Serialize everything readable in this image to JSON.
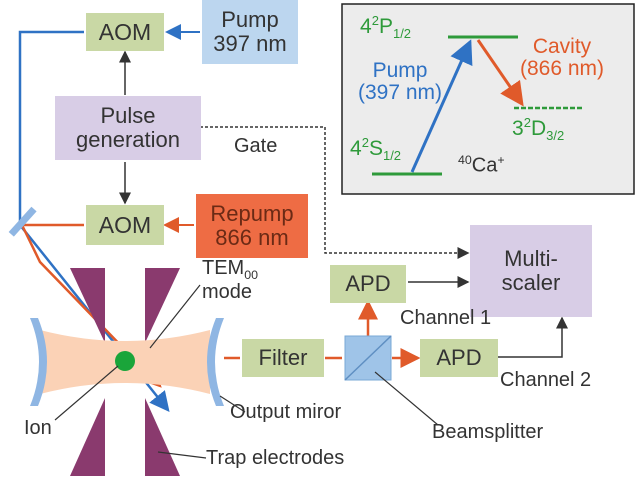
{
  "boxes": {
    "aom_top": "AOM",
    "pump": "Pump\n397 nm",
    "pulse_generation": "Pulse\ngeneration",
    "aom_bottom": "AOM",
    "repump": "Repump\n866 nm",
    "multiscaler": "Multi-\nscaler",
    "apd_top": "APD",
    "apd_right": "APD",
    "filter": "Filter"
  },
  "labels": {
    "gate": "Gate",
    "tem_base": "TEM",
    "tem_sub": "00",
    "tem_mode": "mode",
    "channel1": "Channel 1",
    "channel2": "Channel 2",
    "ion": "Ion",
    "output_mirror": "Output miror",
    "beamsplitter": "Beamsplitter",
    "trap_electrodes": "Trap electrodes"
  },
  "level_diagram": {
    "p_level_main": "4",
    "p_level_sup": "2",
    "p_level_letter": "P",
    "p_level_sub": "1/2",
    "s_level_main": "4",
    "s_level_sup": "2",
    "s_level_letter": "S",
    "s_level_sub": "1/2",
    "d_level_main": "3",
    "d_level_sup": "2",
    "d_level_letter": "D",
    "d_level_sub": "3/2",
    "pump_label": "Pump\n(397 nm)",
    "cavity_label": "Cavity\n(866 nm)",
    "ion_sup": "40",
    "ion_name": "Ca",
    "ion_charge": "+"
  },
  "colors": {
    "green_box": "#c9d8a5",
    "purple_box": "#d8cde6",
    "blue_box": "#bcd6ef",
    "red_box": "#ee6c44",
    "pump_beam": "#2f72c4",
    "repump_beam": "#e05a2a",
    "level_line": "#2e9a3a"
  }
}
